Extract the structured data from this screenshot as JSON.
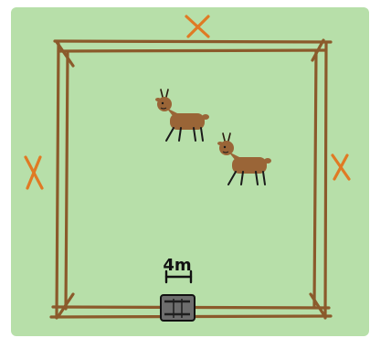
{
  "scene": {
    "background_color": "#b7dfa9",
    "fence_color": "#8b5a2b",
    "marker_color": "#e07a24",
    "deer_color": "#9a6537",
    "gate_label": "4m"
  },
  "markers": [
    {
      "name": "marker-top",
      "glyph": "X"
    },
    {
      "name": "marker-left",
      "glyph": "X"
    },
    {
      "name": "marker-right",
      "glyph": "X"
    }
  ],
  "animals": [
    {
      "name": "deer-1",
      "icon": "deer-icon"
    },
    {
      "name": "deer-2",
      "icon": "deer-icon"
    }
  ],
  "gate": {
    "icon": "gate-icon"
  }
}
